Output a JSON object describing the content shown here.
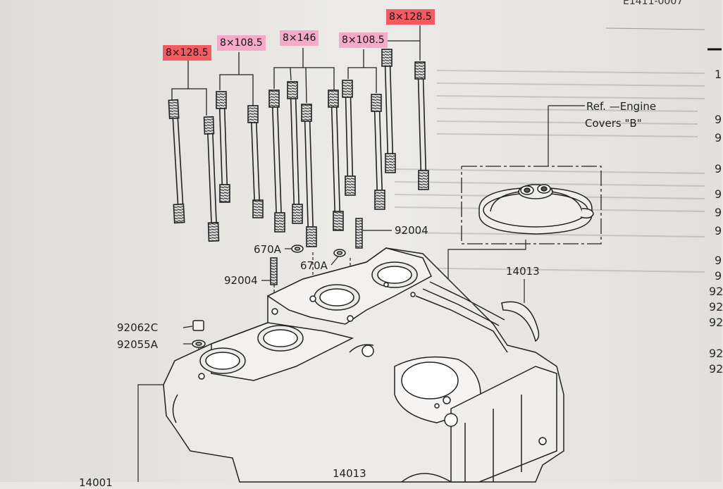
{
  "header": {
    "code": "E1411-0007"
  },
  "dimension_labels": {
    "stud_left": "8×128.5",
    "stud_pair_left": "8×108.5",
    "stud_center": "8×146",
    "stud_pair_right": "8×108.5",
    "stud_right": "8×128.5"
  },
  "part_labels": {
    "stud_92004_top": "92004",
    "dowel_670A_left": "670A",
    "dowel_670A_right": "670A",
    "stud_92004_mid": "92004",
    "plug_92062C": "92062C",
    "oring_92055A": "92055A",
    "seal_14013_upper": "14013",
    "seal_14013_lower": "14013",
    "crankcase_14001": "14001"
  },
  "reference": {
    "line1": "Ref. —Engine",
    "line2": "Covers \"B\""
  },
  "right_margin_fragments": [
    "1",
    "9",
    "9",
    "9",
    "9",
    "9",
    "9",
    "9",
    "9",
    "92",
    "92",
    "92",
    "92",
    "92"
  ],
  "colors": {
    "highlight_red": "#f35b63",
    "highlight_pink": "#f6aac9",
    "ink": "#222222",
    "paper": "#e9e7e4"
  }
}
